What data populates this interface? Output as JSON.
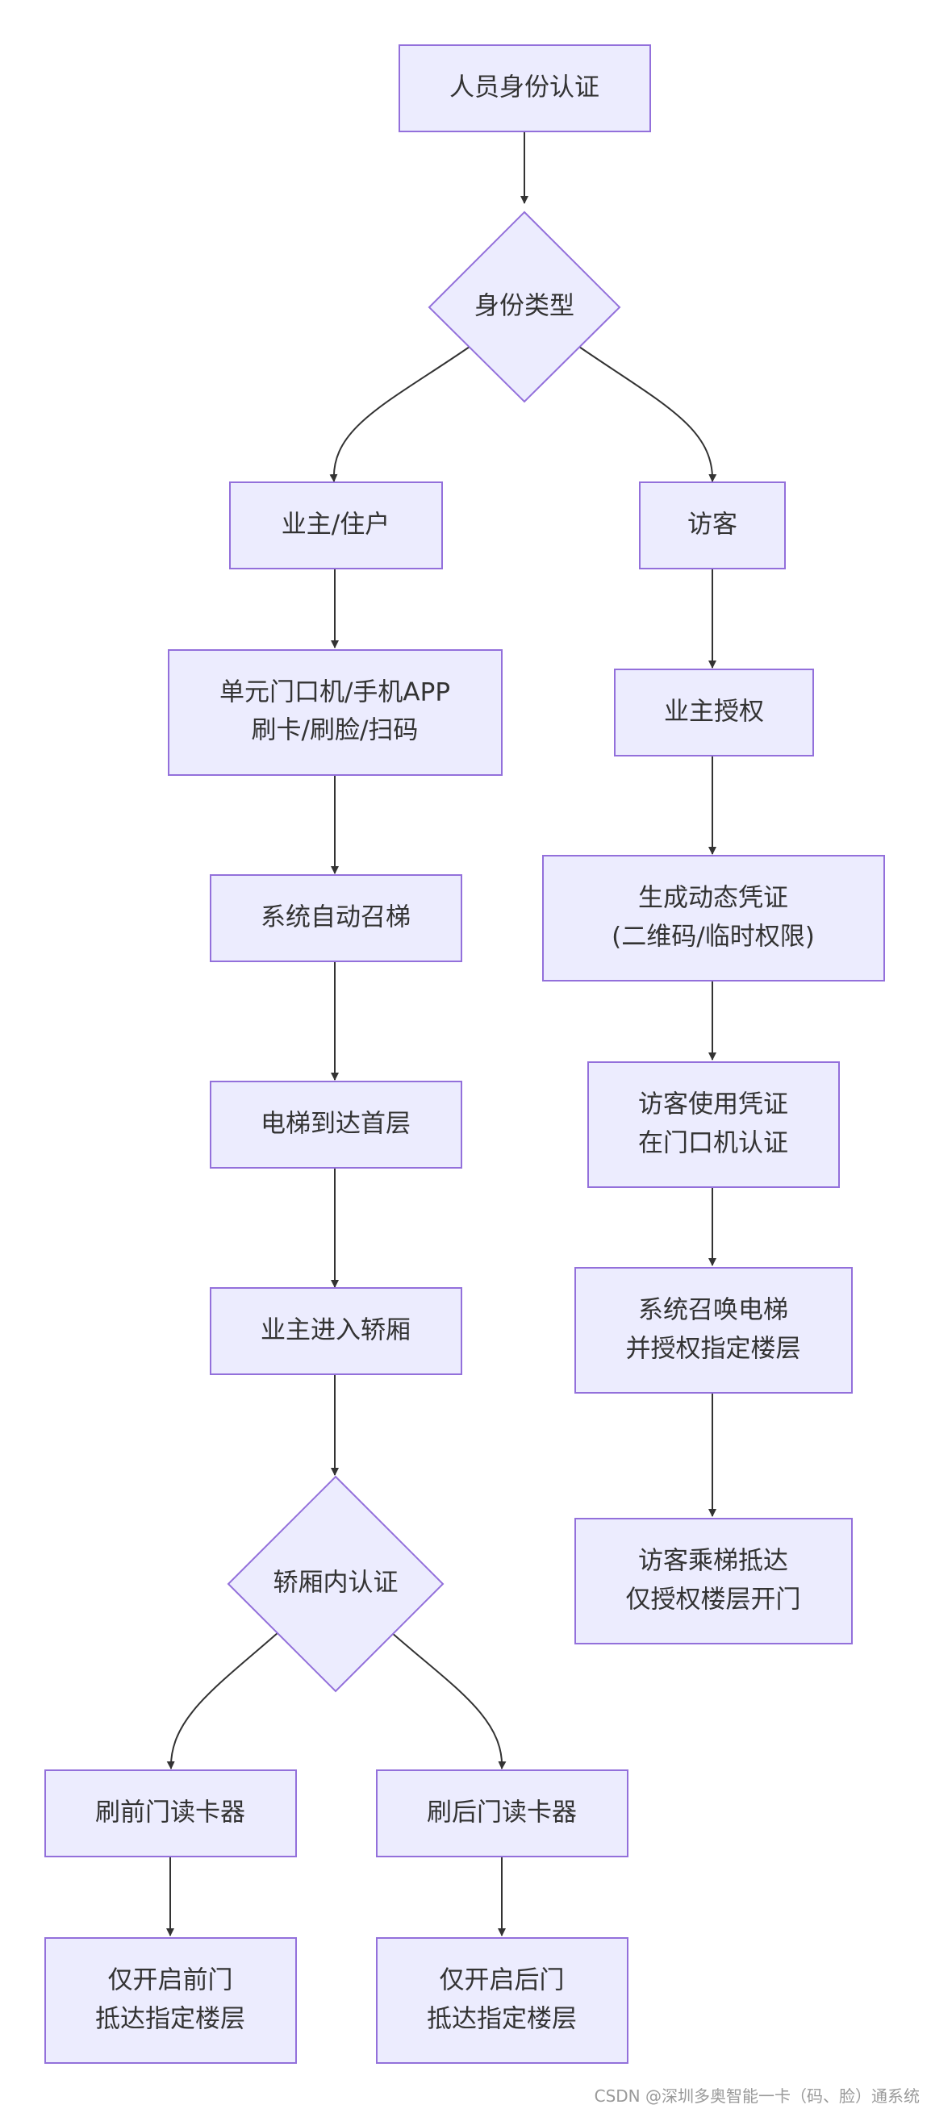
{
  "nodes": {
    "identity_auth": "人员身份认证",
    "identity_type": "身份类型",
    "owner_resident": "业主/住户",
    "visitor": "访客",
    "unit_door_app": [
      "单元门口机/手机APP",
      "刷卡/刷脸/扫码"
    ],
    "auto_call_elevator": "系统自动召梯",
    "elevator_arrives": "电梯到达首层",
    "owner_enters_car": "业主进入轿厢",
    "car_auth": "轿厢内认证",
    "front_reader": "刷前门读卡器",
    "rear_reader": "刷后门读卡器",
    "front_door_only": [
      "仅开启前门",
      "抵达指定楼层"
    ],
    "rear_door_only": [
      "仅开启后门",
      "抵达指定楼层"
    ],
    "owner_authorizes": "业主授权",
    "dynamic_credential": [
      "生成动态凭证",
      "(二维码/临时权限)"
    ],
    "visitor_uses_credential": [
      "访客使用凭证",
      "在门口机认证"
    ],
    "call_and_authorize": [
      "系统召唤电梯",
      "并授权指定楼层"
    ],
    "visitor_rides": [
      "访客乘梯抵达",
      "仅授权楼层开门"
    ]
  },
  "watermark": "CSDN @深圳多奥智能一卡（码、脸）通系统",
  "colors": {
    "node_fill": "#ececfe",
    "node_stroke": "#9370db",
    "edge": "#333333",
    "text": "#333333"
  }
}
